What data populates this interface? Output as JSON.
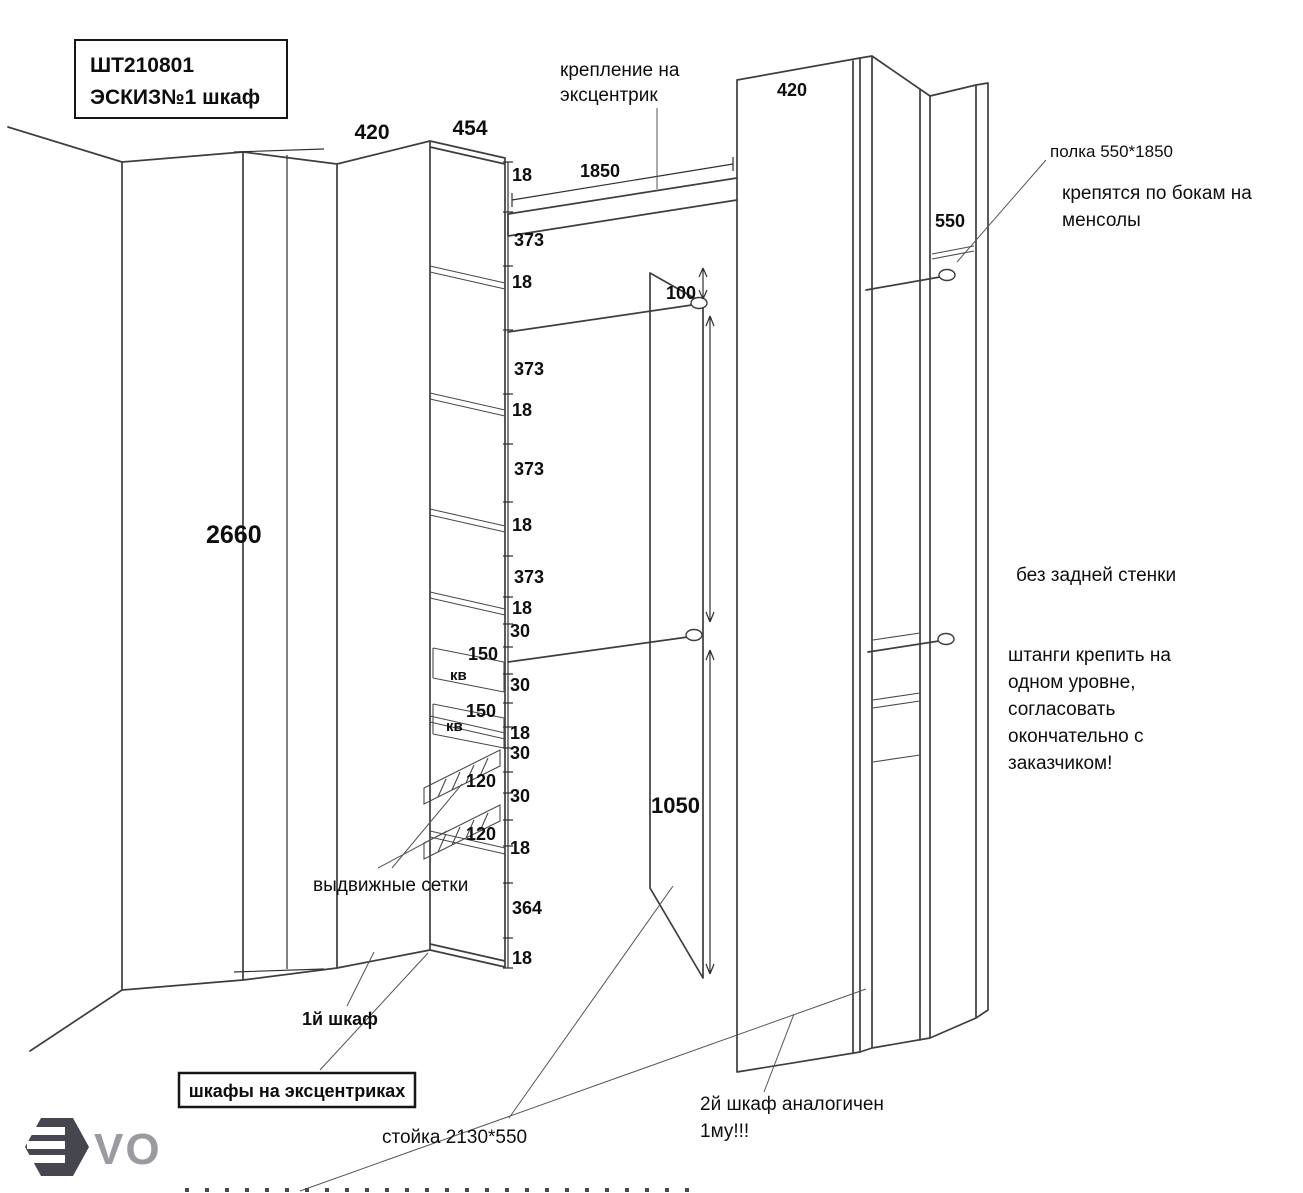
{
  "title_block": {
    "code": "ШТ210801",
    "name": "ЭСКИЗ№1 шкаф"
  },
  "dimensions": {
    "overall_height": "2660",
    "wardrobe_depth": "420",
    "stand_width": "454",
    "cabinet_depth": "420",
    "shelf_length": "1850",
    "right_depth": "550",
    "rod_offset": "100",
    "rod_height": "1050",
    "kv": "кв",
    "chain": [
      "18",
      "373",
      "18",
      "373",
      "18",
      "373",
      "18",
      "373",
      "18",
      "30",
      "150",
      "30",
      "150",
      "18",
      "30",
      "120",
      "30",
      "120",
      "18",
      "364",
      "18"
    ]
  },
  "annotations": {
    "eccentric": [
      "крепление на",
      "эксцентрик"
    ],
    "shelf": "полка 550*1850",
    "brackets": [
      "крепятся по бокам на",
      "менсолы"
    ],
    "no_back": "без задней стенки",
    "rods": [
      "штанги крепить на",
      "одном уровне,",
      "согласовать",
      "окончательно с",
      "заказчиком!"
    ],
    "baskets": "выдвижные сетки",
    "wardrobe1": "1й шкаф",
    "eccentric_box": "шкафы на эксцентриках",
    "stand": "стойка 2130*550",
    "wardrobe2": [
      "2й шкаф аналогичен",
      "1му!!!"
    ]
  },
  "logo": {
    "text": "VO"
  },
  "colors": {
    "line": "#3e3e3e",
    "text": "#0e0e0e",
    "logo_dark": "#46464e",
    "logo_gray": "#9a9aa1"
  }
}
